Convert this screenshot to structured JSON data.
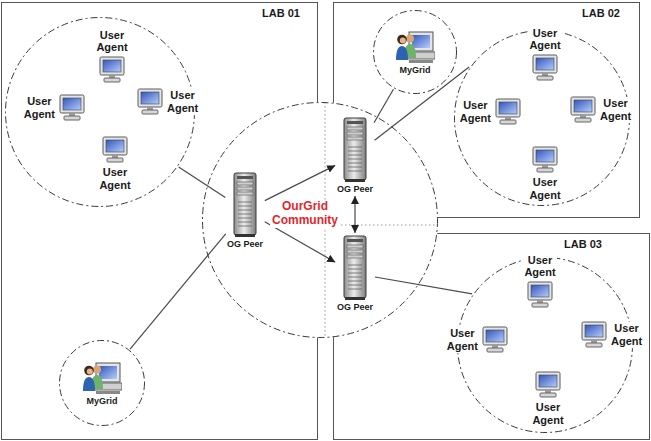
{
  "diagram": {
    "nodes": [
      {
        "text": [
          "LAB 01"
        ]
      },
      {
        "text": [],
        "in": 0
      },
      {
        "text": [
          "User Agent"
        ],
        "in": 1
      },
      {
        "text": [
          "User Agent"
        ],
        "in": 1
      },
      {
        "text": [
          "User Agent"
        ],
        "in": 1
      },
      {
        "text": [
          "User Agent"
        ],
        "in": 1
      },
      {
        "text": [
          "MyGrid"
        ],
        "in": 0
      },
      {
        "text": [
          "LAB 02"
        ]
      },
      {
        "text": [
          "MyGrid"
        ],
        "in": 7
      },
      {
        "text": [],
        "in": 7
      },
      {
        "text": [
          "User Agent"
        ],
        "in": 9
      },
      {
        "text": [
          "User Agent"
        ],
        "in": 9
      },
      {
        "text": [
          "User Agent"
        ],
        "in": 9
      },
      {
        "text": [
          "User Agent"
        ],
        "in": 9
      },
      {
        "text": [
          "LAB 03"
        ]
      },
      {
        "text": [],
        "in": 14
      },
      {
        "text": [
          "User Agent"
        ],
        "in": 15
      },
      {
        "text": [
          "User Agent"
        ],
        "in": 15
      },
      {
        "text": [
          "User Agent"
        ],
        "in": 15
      },
      {
        "text": [
          "User Agent"
        ],
        "in": 15
      },
      {
        "text": [
          "OurGrid Community"
        ]
      },
      {
        "text": [
          "OG Peer"
        ],
        "in": 20
      },
      {
        "text": [
          "OG Peer"
        ],
        "in": 20
      },
      {
        "text": [
          "OG Peer"
        ],
        "in": 20
      }
    ],
    "edges": [
      {
        "from": 1,
        "to": 21,
        "arrow": "none"
      },
      {
        "from": 6,
        "to": 21,
        "arrow": "none"
      },
      {
        "from": 21,
        "to": 22,
        "arrow": "to"
      },
      {
        "from": 21,
        "to": 23,
        "arrow": "to"
      },
      {
        "from": 22,
        "to": 23,
        "arrow": "both"
      },
      {
        "from": 22,
        "to": 8,
        "arrow": "none"
      },
      {
        "from": 22,
        "to": 9,
        "arrow": "none"
      },
      {
        "from": 23,
        "to": 15,
        "arrow": "none"
      }
    ]
  }
}
